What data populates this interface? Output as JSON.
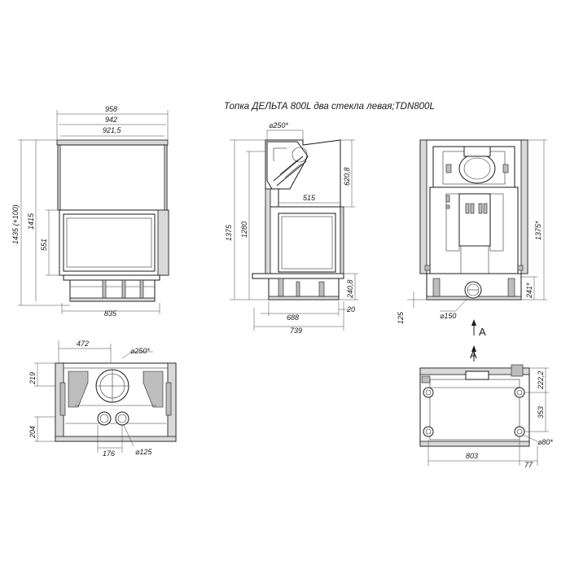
{
  "title": "Топка ДЕЛЬТА 800L два стекла левая;TDN800L",
  "front_view": {
    "width_outer": "958",
    "width_mid": "942",
    "width_inner": "921,5",
    "width_bottom": "835",
    "height_total": "1435 (+100)",
    "height_body": "1415",
    "height_glass": "551"
  },
  "side_view": {
    "flue_diameter": "⌀250*",
    "height_hood": "620,8",
    "depth_glass": "515",
    "height_total": "1375",
    "height_body": "1280",
    "leg_height": "240,8",
    "depth_body": "688",
    "depth_total": "739",
    "leg_offset": "20"
  },
  "back_view": {
    "height": "1375*",
    "leg": "241*",
    "intake_diameter": "⌀150",
    "bottom_offset": "125",
    "arrow_label": "A"
  },
  "top_view": {
    "arrow_label": "A",
    "width_to_flue": "472",
    "flue_diameter": "⌀250*",
    "depth_front": "219",
    "depth_back": "204",
    "pipe_spacing": "176",
    "pipe_diameter": "⌀125"
  },
  "bottom_view": {
    "height_a": "222,2",
    "height_b": "353",
    "foot_diameter": "⌀80*",
    "width": "803",
    "offset": "77"
  }
}
